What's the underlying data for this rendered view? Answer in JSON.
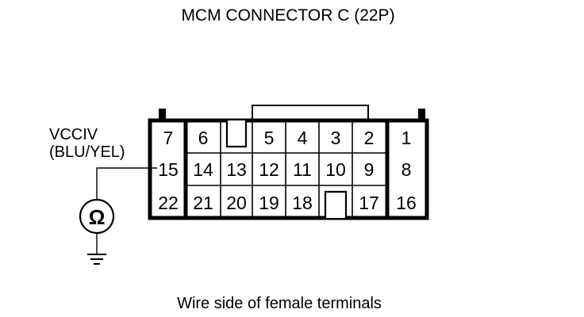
{
  "title": "MCM CONNECTOR C (22P)",
  "caption": "Wire side of female terminals",
  "wire": {
    "signal": "VCCIV",
    "color_code": "(BLU/YEL)",
    "connected_pin": "15"
  },
  "meter": {
    "symbol": "Ω"
  },
  "connector": {
    "rows": [
      [
        "7",
        "6",
        "",
        "5",
        "4",
        "3",
        "2",
        "1"
      ],
      [
        "15",
        "14",
        "13",
        "12",
        "11",
        "10",
        "9",
        "8"
      ],
      [
        "22",
        "21",
        "20",
        "19",
        "18",
        "",
        "17",
        "16"
      ]
    ]
  }
}
